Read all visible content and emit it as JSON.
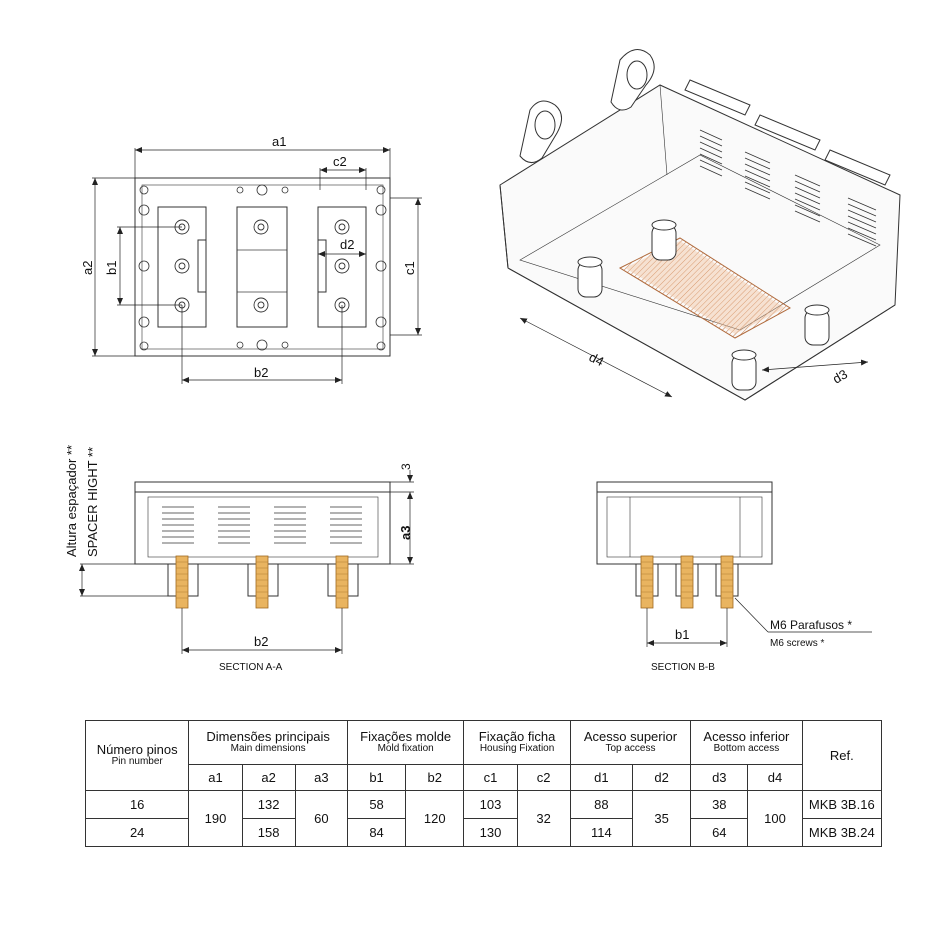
{
  "drawing": {
    "top_view": {
      "labels": {
        "a1": "a1",
        "a2": "a2",
        "b1": "b1",
        "b2": "b2",
        "c1": "c1",
        "c2": "c2",
        "d2": "d2"
      }
    },
    "iso_view": {
      "labels": {
        "d4": "d4",
        "d3": "d3"
      }
    },
    "section_aa": {
      "caption": "SECTION A-A",
      "spacer_pt": "Altura espaçador **",
      "spacer_en": "SPACER HIGHT **",
      "dim_3": "3",
      "dim_a3": "a3",
      "dim_b2": "b2"
    },
    "section_bb": {
      "caption": "SECTION B-B",
      "dim_b1": "b1",
      "screw_pt": "M6 Parafusos *",
      "screw_en": "M6 screws *"
    }
  },
  "table": {
    "headers": {
      "pins": {
        "pt": "Número pinos",
        "en": "Pin number"
      },
      "main": {
        "pt": "Dimensões principais",
        "en": "Main dimensions"
      },
      "mold": {
        "pt": "Fixações molde",
        "en": "Mold fixation"
      },
      "housing": {
        "pt": "Fixação ficha",
        "en": "Housing Fixation"
      },
      "top": {
        "pt": "Acesso superior",
        "en": "Top access"
      },
      "bottom": {
        "pt": "Acesso inferior",
        "en": "Bottom access"
      },
      "ref": "Ref."
    },
    "subheaders": [
      "a1",
      "a2",
      "a3",
      "b1",
      "b2",
      "c1",
      "c2",
      "d1",
      "d2",
      "d3",
      "d4"
    ],
    "rows": [
      {
        "pins": "16",
        "a2": "132",
        "b1": "58",
        "c1": "103",
        "d1": "88",
        "d3": "38",
        "ref": "MKB 3B.16"
      },
      {
        "pins": "24",
        "a2": "158",
        "b1": "84",
        "c1": "130",
        "d1": "114",
        "d3": "64",
        "ref": "MKB 3B.24"
      }
    ],
    "shared": {
      "a1": "190",
      "a3": "60",
      "b2": "120",
      "c2": "32",
      "d2": "35",
      "d4": "100"
    }
  },
  "colors": {
    "line": "#333333",
    "copper": "#e8a474",
    "pin": "#e9b460"
  }
}
